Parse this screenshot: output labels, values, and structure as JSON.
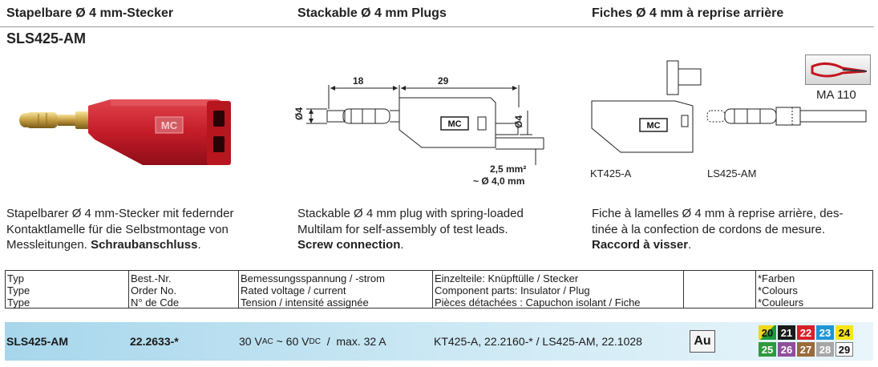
{
  "headers": {
    "de": "Stapelbare Ø 4 mm-Stecker",
    "en": "Stackable Ø 4 mm Plugs",
    "fr": "Fiches Ø 4 mm à reprise arrière"
  },
  "product_title": "SLS425-AM",
  "drawing": {
    "dim_18": "18",
    "dim_29": "29",
    "dim_d4_left": "Ø4",
    "dim_d4_right": "Ø4",
    "cable_spec_1": "2,5 mm²",
    "cable_spec_2": "~ Ø 4,0 mm",
    "mc_logo": "MC"
  },
  "parts": {
    "tool_label": "MA 110",
    "left_label": "KT425-A",
    "right_label": "LS425-AM",
    "mc_logo": "MC"
  },
  "descriptions": {
    "de": {
      "l1": "Stapelbarer Ø 4 mm-Stecker mit federnder",
      "l2": "Kontaktlamelle für die Selbstmontage von",
      "l3": "Messleitungen. ",
      "bold": "Schraubanschluss",
      "end": "."
    },
    "en": {
      "l1": "Stackable Ø 4 mm plug with spring-loaded",
      "l2": "Multilam for self-assembly of test leads.",
      "l3": "",
      "bold": "Screw connection",
      "end": "."
    },
    "fr": {
      "l1": "Fiche à lamelles Ø 4 mm à reprise arrière, des-",
      "l2": "tinée à la confection de cordons de mesure.",
      "l3": "",
      "bold": "Raccord à visser",
      "end": "."
    }
  },
  "table": {
    "col1": [
      "Typ",
      "Type",
      "Type"
    ],
    "col2": [
      "Best.-Nr.",
      "Order No.",
      "N° de Cde"
    ],
    "col3": [
      "Bemessungsspannung / -strom",
      "Rated voltage / current",
      "Tension / intensité assignée"
    ],
    "col4": [
      "Einzelteile: Knüpftülle / Stecker",
      "Component parts: Insulator / Plug",
      "Pièces détachées : Capuchon isolant / Fiche"
    ],
    "col5": [],
    "col6": [
      "*Farben",
      "*Colours",
      "*Couleurs"
    ]
  },
  "row": {
    "type": "SLS425-AM",
    "order_no": "22.2633-*",
    "voltage_a": "30 V",
    "voltage_a_sub": "AC",
    "voltage_mid": " ~ 60 V",
    "voltage_b_sub": "DC",
    "voltage_end": "  /  max. 32 A",
    "components": "KT425-A, 22.2160-*  /  LS425-AM, 22.1028",
    "material": "Au"
  },
  "colours": [
    {
      "code": "20",
      "bg": "#1a9a3a",
      "fg": "#111111",
      "split": "#f2d81a"
    },
    {
      "code": "21",
      "bg": "#1a1a1a",
      "fg": "#ffffff"
    },
    {
      "code": "22",
      "bg": "#d8202a",
      "fg": "#ffffff"
    },
    {
      "code": "23",
      "bg": "#1e95d6",
      "fg": "#ffffff"
    },
    {
      "code": "24",
      "bg": "#f5e61a",
      "fg": "#111111"
    },
    {
      "code": "25",
      "bg": "#2e9a3e",
      "fg": "#ffffff"
    },
    {
      "code": "26",
      "bg": "#8e4f9a",
      "fg": "#ffffff"
    },
    {
      "code": "27",
      "bg": "#9a6a3a",
      "fg": "#ffffff"
    },
    {
      "code": "28",
      "bg": "#a6a6a6",
      "fg": "#ffffff"
    },
    {
      "code": "29",
      "bg": "#ffffff",
      "fg": "#111111"
    }
  ]
}
